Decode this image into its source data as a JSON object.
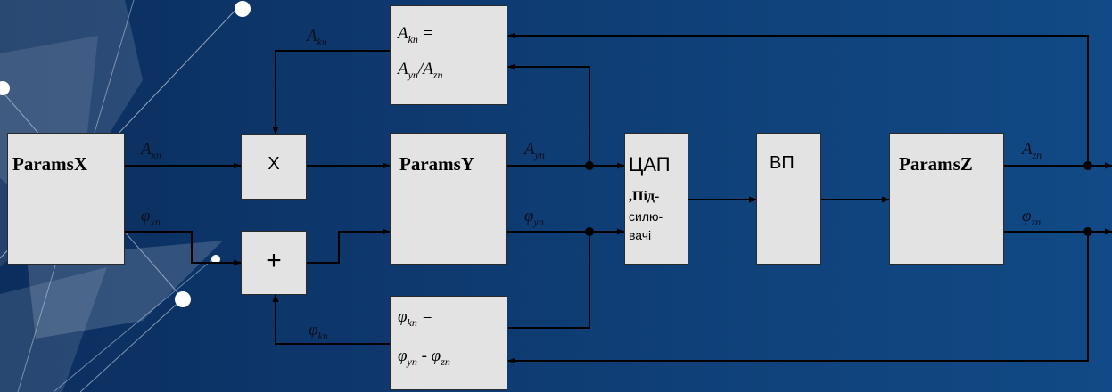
{
  "blocks": {
    "params_x": "ParamsX",
    "params_y": "ParamsY",
    "params_z": "ParamsZ",
    "multiplier": "X",
    "adder": "+",
    "dac_title": "ЦАП",
    "dac_sub": [
      ",Під-",
      "силю-",
      "вачі"
    ],
    "converter": "ВП"
  },
  "formula_amp": {
    "line1": {
      "base": "A",
      "sub": "kn",
      "rest": " ="
    },
    "line2": {
      "base1": "A",
      "sub1": "yn",
      "mid": "/",
      "base2": "A",
      "sub2": "zn"
    }
  },
  "formula_phase": {
    "line1": {
      "base": "φ",
      "sub": "kn",
      "rest": " ="
    },
    "line2": {
      "base1": "φ",
      "sub1": "yn",
      "mid": " - ",
      "base2": "φ",
      "sub2": "zn"
    }
  },
  "signals": {
    "a_kn": {
      "base": "A",
      "sub": "kn"
    },
    "a_xn": {
      "base": "A",
      "sub": "xn"
    },
    "phi_xn": {
      "base": "φ",
      "sub": "xn"
    },
    "a_yn": {
      "base": "A",
      "sub": "yn"
    },
    "phi_yn": {
      "base": "φ",
      "sub": "yn"
    },
    "a_zn": {
      "base": "A",
      "sub": "zn"
    },
    "phi_zn": {
      "base": "φ",
      "sub": "zn"
    },
    "phi_kn": {
      "base": "φ",
      "sub": "kn"
    }
  },
  "colors": {
    "background": "#0e3a70",
    "block_fill": "#e3e3e3",
    "wire": "#000000"
  }
}
